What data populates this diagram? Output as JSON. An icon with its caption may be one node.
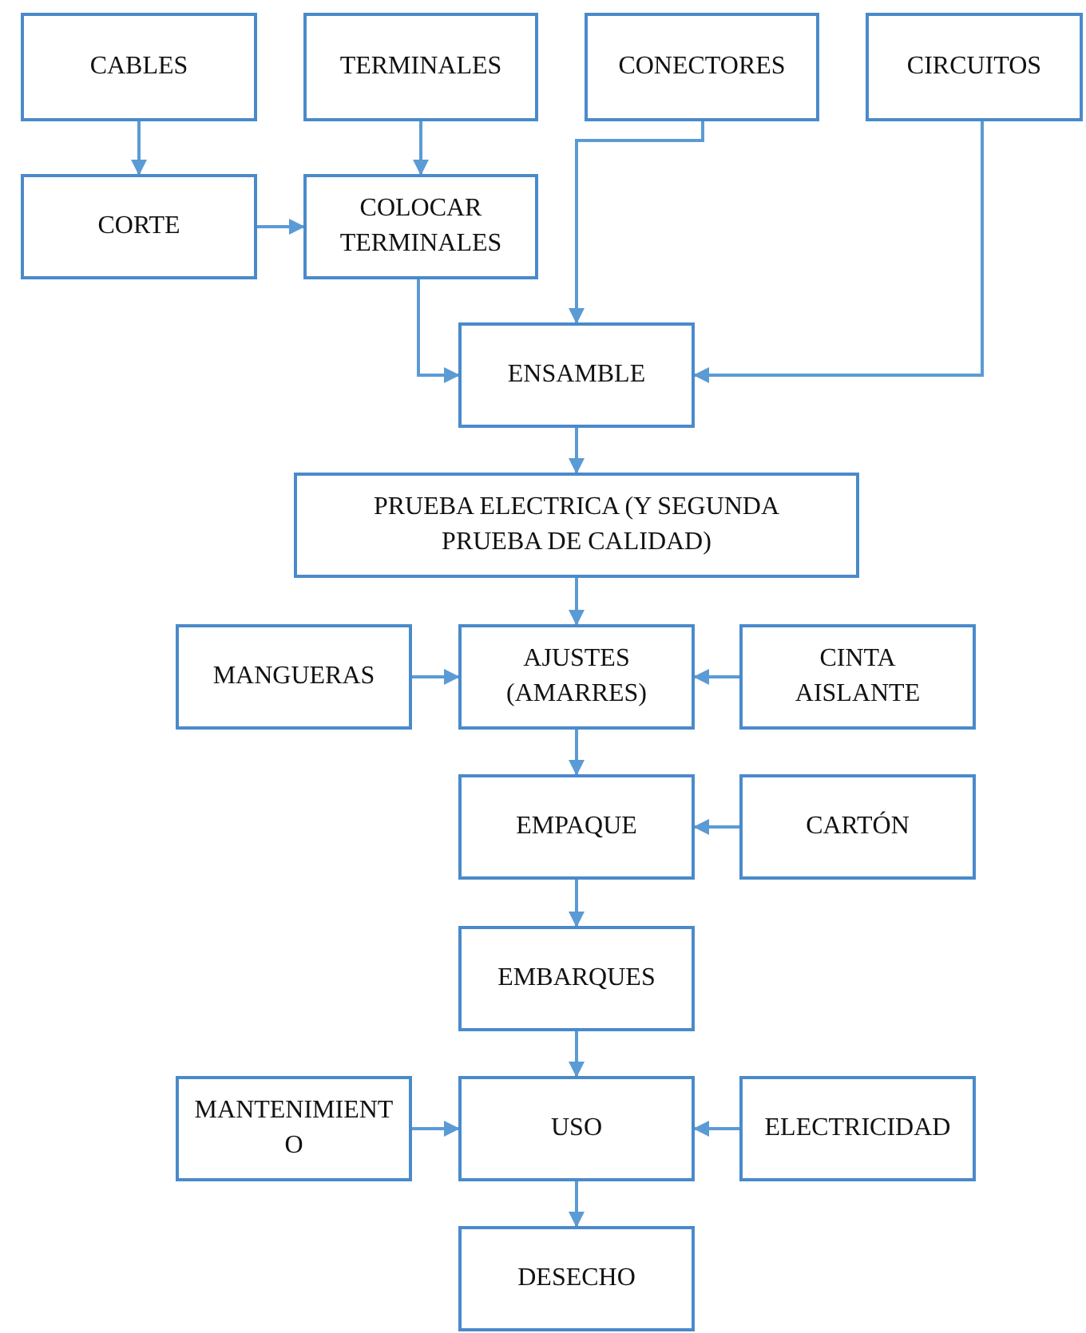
{
  "diagram": {
    "nodes": [
      {
        "text": [
          "CABLES"
        ]
      },
      {
        "text": [
          "TERMINALES"
        ]
      },
      {
        "text": [
          "CONECTORES"
        ]
      },
      {
        "text": [
          "CIRCUITOS"
        ]
      },
      {
        "text": [
          "CORTE"
        ]
      },
      {
        "text": [
          "COLOCAR TERMINALES"
        ]
      },
      {
        "text": [
          "ENSAMBLE"
        ]
      },
      {
        "text": [
          "PRUEBA ELECTRICA (Y SEGUNDA PRUEBA DE CALIDAD)"
        ]
      },
      {
        "text": [
          "MANGUERAS"
        ]
      },
      {
        "text": [
          "AJUSTES (AMARRES)"
        ]
      },
      {
        "text": [
          "CINTA AISLANTE"
        ]
      },
      {
        "text": [
          "EMPAQUE"
        ]
      },
      {
        "text": [
          "CARTÓN"
        ]
      },
      {
        "text": [
          "EMBARQUES"
        ]
      },
      {
        "text": [
          "MANTENIMIENTO"
        ]
      },
      {
        "text": [
          "USO"
        ]
      },
      {
        "text": [
          "ELECTRICIDAD"
        ]
      },
      {
        "text": [
          "DESECHO"
        ]
      }
    ],
    "edges": [
      {
        "from": 0,
        "to": 4,
        "arrow": "to"
      },
      {
        "from": 1,
        "to": 5,
        "arrow": "to"
      },
      {
        "from": 4,
        "to": 5,
        "arrow": "to"
      },
      {
        "from": 5,
        "to": 6,
        "arrow": "to"
      },
      {
        "from": 2,
        "to": 6,
        "arrow": "to"
      },
      {
        "from": 3,
        "to": 6,
        "arrow": "to"
      },
      {
        "from": 6,
        "to": 7,
        "arrow": "to"
      },
      {
        "from": 7,
        "to": 9,
        "arrow": "to"
      },
      {
        "from": 8,
        "to": 9,
        "arrow": "to"
      },
      {
        "from": 10,
        "to": 9,
        "arrow": "to"
      },
      {
        "from": 9,
        "to": 11,
        "arrow": "to"
      },
      {
        "from": 12,
        "to": 11,
        "arrow": "to"
      },
      {
        "from": 11,
        "to": 13,
        "arrow": "to"
      },
      {
        "from": 13,
        "to": 15,
        "arrow": "to"
      },
      {
        "from": 14,
        "to": 15,
        "arrow": "to"
      },
      {
        "from": 16,
        "to": 15,
        "arrow": "to"
      },
      {
        "from": 15,
        "to": 17,
        "arrow": "to"
      }
    ]
  }
}
